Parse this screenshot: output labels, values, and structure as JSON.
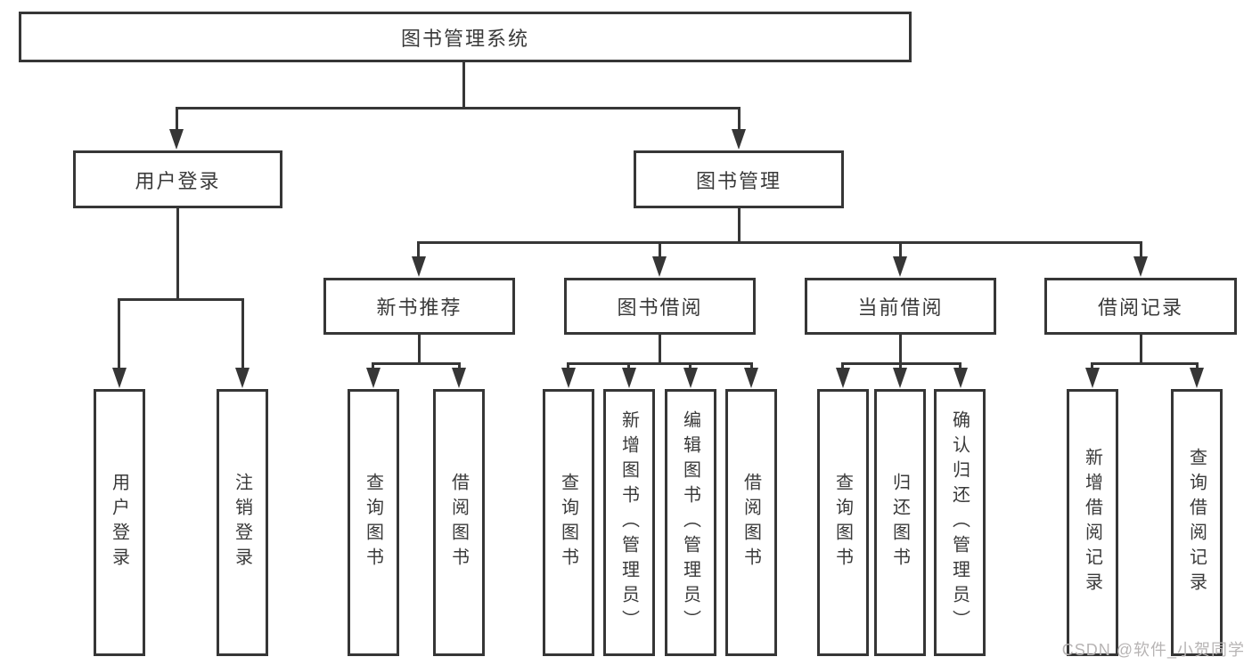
{
  "nodes": {
    "root": "图书管理系统",
    "user_login": "用户登录",
    "book_management": "图书管理",
    "new_book_recommend": "新书推荐",
    "book_borrow": "图书借阅",
    "current_borrow": "当前借阅",
    "borrow_record": "借阅记录",
    "leaf_user_login": "用户登录",
    "leaf_logout_login": "注销登录",
    "leaf_query_book_recommend": "查询图书",
    "leaf_borrow_book_recommend": "借阅图书",
    "leaf_query_book_borrow": "查询图书",
    "leaf_add_book_admin": "新增图书（管理员）",
    "leaf_edit_book_admin": "编辑图书（管理员）",
    "leaf_borrow_book_borrow": "借阅图书",
    "leaf_query_book_current": "查询图书",
    "leaf_return_book": "归还图书",
    "leaf_confirm_return_admin": "确认归还（管理员）",
    "leaf_add_borrow_record": "新增借阅记录",
    "leaf_query_borrow_record": "查询借阅记录"
  },
  "tree": {
    "图书管理系统": {
      "用户登录": [
        "用户登录",
        "注销登录"
      ],
      "图书管理": {
        "新书推荐": [
          "查询图书",
          "借阅图书"
        ],
        "图书借阅": [
          "查询图书",
          "新增图书（管理员）",
          "编辑图书（管理员）",
          "借阅图书"
        ],
        "当前借阅": [
          "查询图书",
          "归还图书",
          "确认归还（管理员）"
        ],
        "借阅记录": [
          "新增借阅记录",
          "查询借阅记录"
        ]
      }
    }
  },
  "watermark": "CSDN @软件_小贺同学",
  "colors": {
    "line": "#363636",
    "box_border": "#363636",
    "text": "#3a3a3a",
    "background": "#ffffff",
    "watermark": "#b7b4b4"
  }
}
